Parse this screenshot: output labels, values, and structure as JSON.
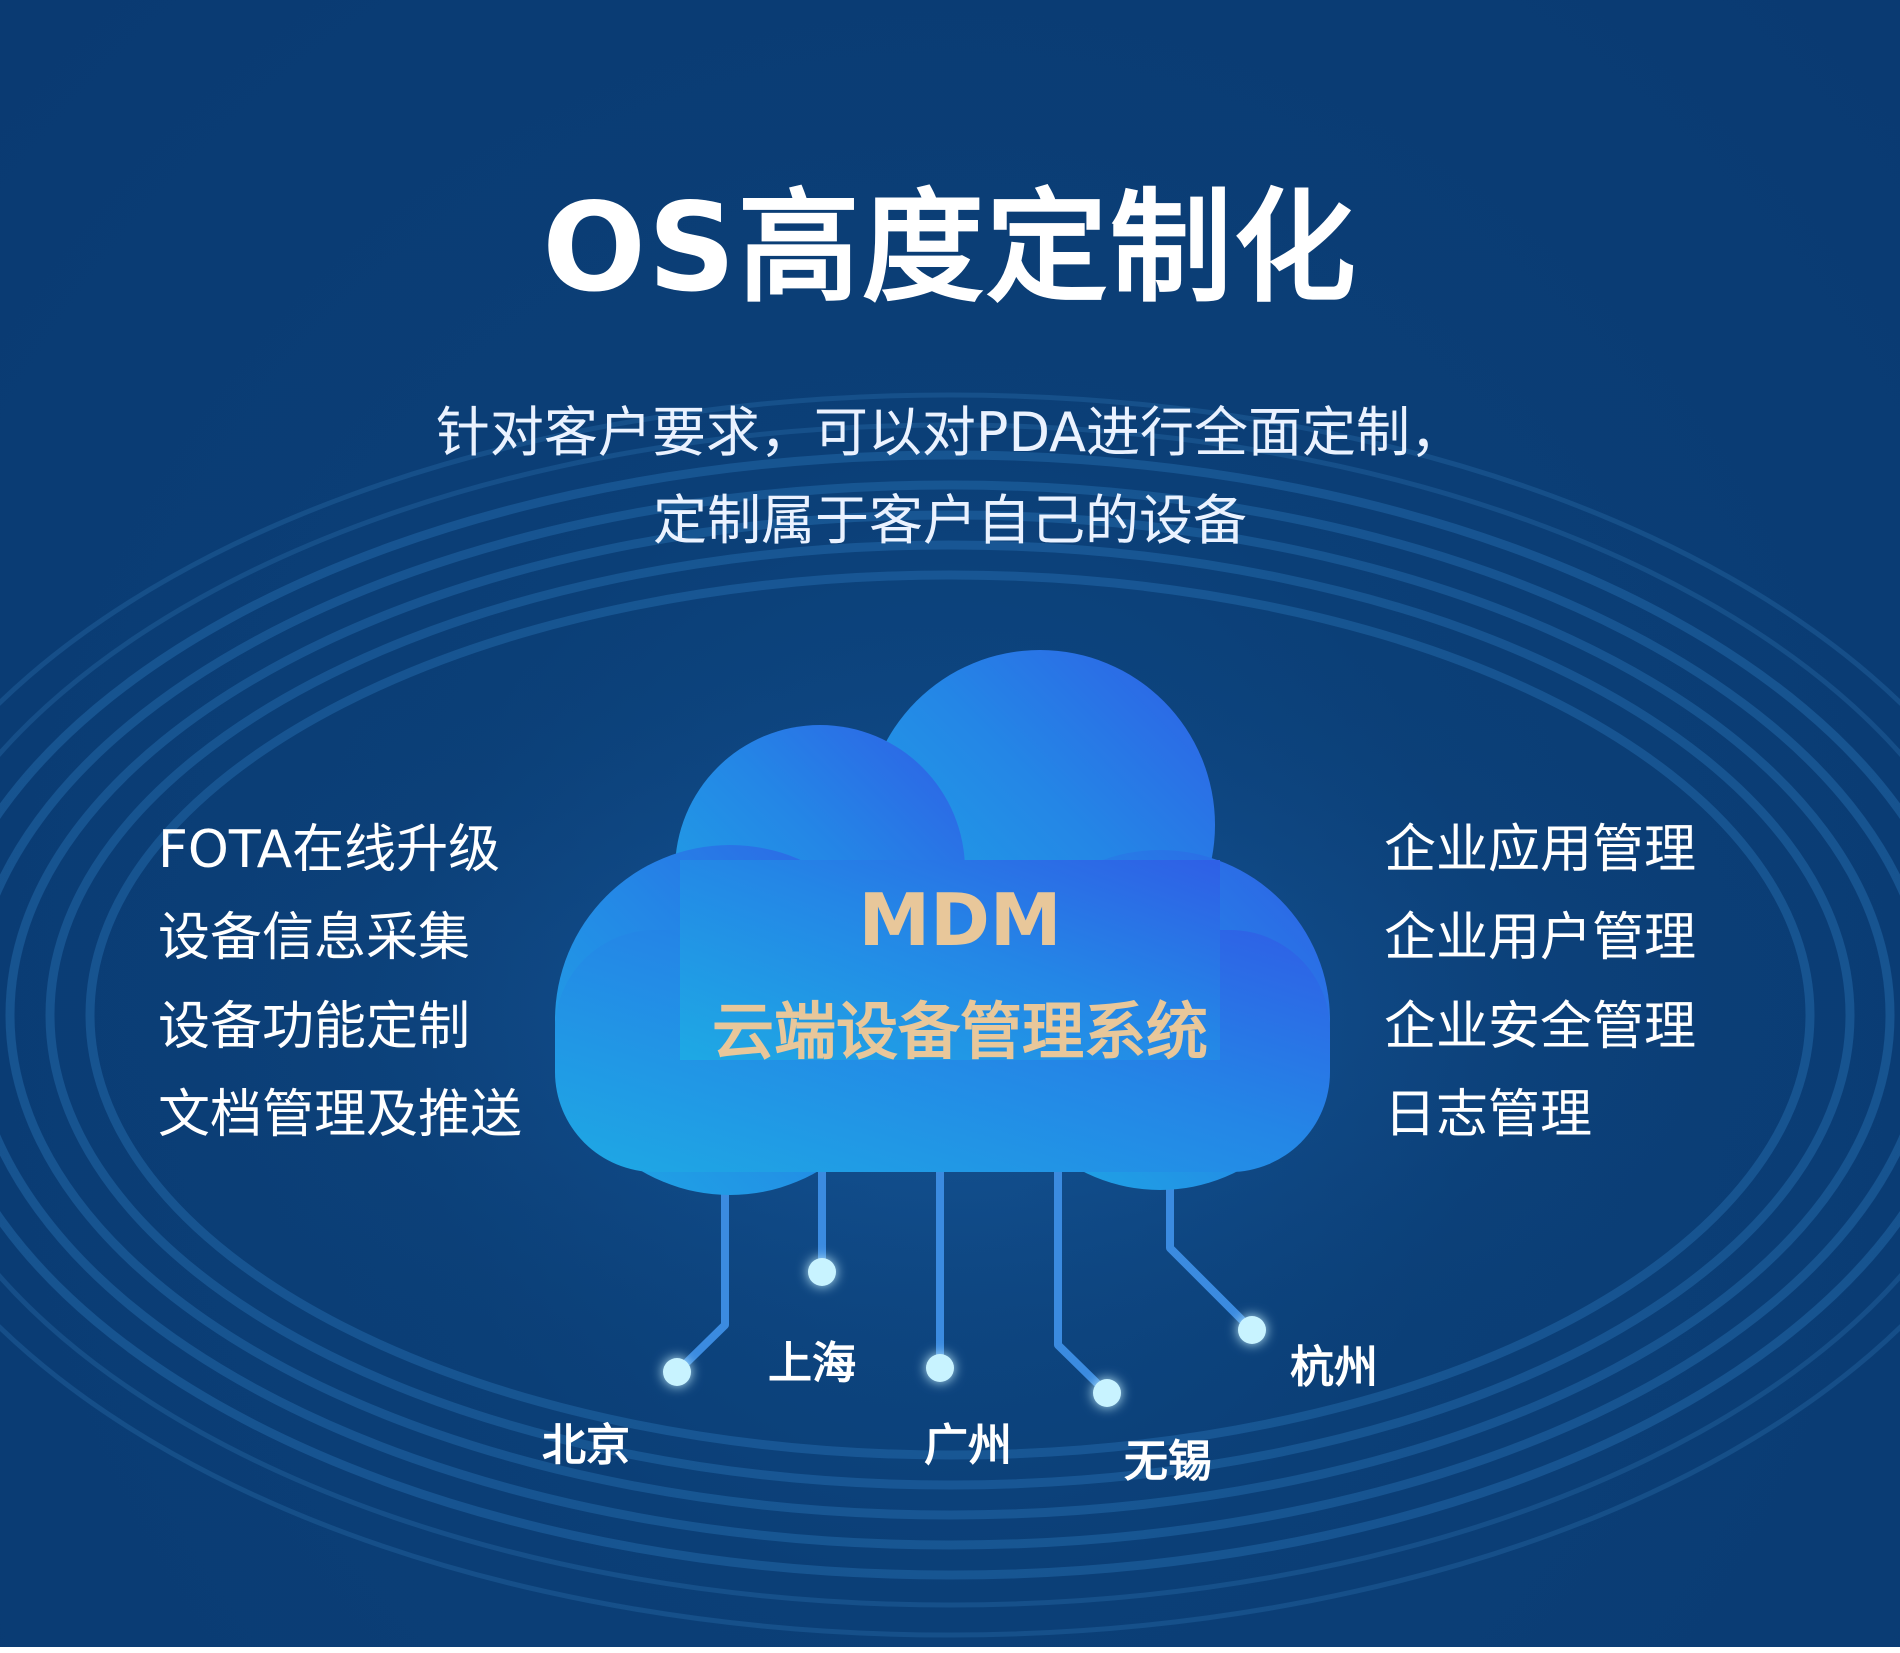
{
  "title": "OS高度定制化",
  "subtitle": {
    "line1": "针对客户要求，可以对PDA进行全面定制，",
    "line2": "定制属于客户自己的设备"
  },
  "cloud": {
    "title": "MDM",
    "subtitle": "云端设备管理系统"
  },
  "left_features": [
    "FOTA在线升级",
    "设备信息采集",
    "设备功能定制",
    "文档管理及推送"
  ],
  "right_features": [
    "企业应用管理",
    "企业用户管理",
    "企业安全管理",
    "日志管理"
  ],
  "cities": [
    "北京",
    "上海",
    "广州",
    "无锡",
    "杭州"
  ],
  "colors": {
    "background": "#0b3f77",
    "cloud_light": "#1ea9e4",
    "cloud_dark": "#2f68e6",
    "accent_text": "#e8c79a",
    "node": "#bff0ff"
  }
}
